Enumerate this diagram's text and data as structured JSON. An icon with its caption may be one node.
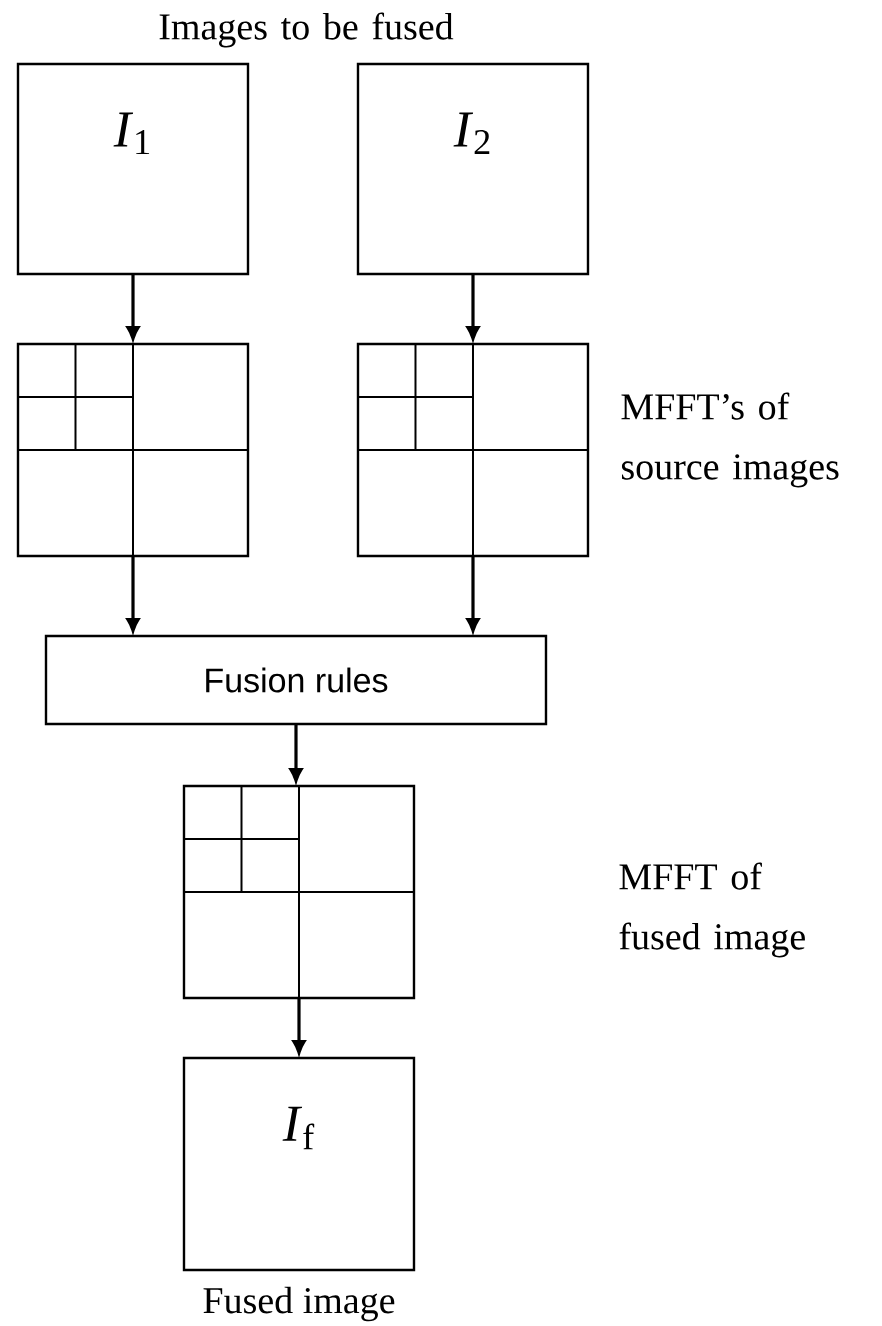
{
  "diagram": {
    "nodes": [
      {
        "text": [
          "*I*$_{1}$"
        ]
      },
      {
        "text": [
          "*I*$_{2}$"
        ]
      },
      {
        "text": [],
        "shape": "box"
      },
      {
        "text": [],
        "shape": "box"
      },
      {
        "text": [
          "Fusion rules"
        ]
      },
      {
        "text": [],
        "shape": "box"
      },
      {
        "text": [
          "*I*$_{f}$"
        ],
        "beside": [
          "Fused image"
        ]
      }
    ],
    "edges": [
      {
        "from": 0,
        "to": 2,
        "arrow": "to"
      },
      {
        "from": 1,
        "to": 3,
        "arrow": "to"
      },
      {
        "from": 2,
        "to": 4,
        "arrow": "to"
      },
      {
        "from": 3,
        "to": 4,
        "arrow": "to"
      },
      {
        "from": 4,
        "to": 5,
        "arrow": "to"
      },
      {
        "from": 5,
        "to": 6,
        "arrow": "to"
      }
    ],
    "labels": [
      "Images to be fused",
      "MFFT’s of source images",
      "MFFT of fused image"
    ]
  }
}
